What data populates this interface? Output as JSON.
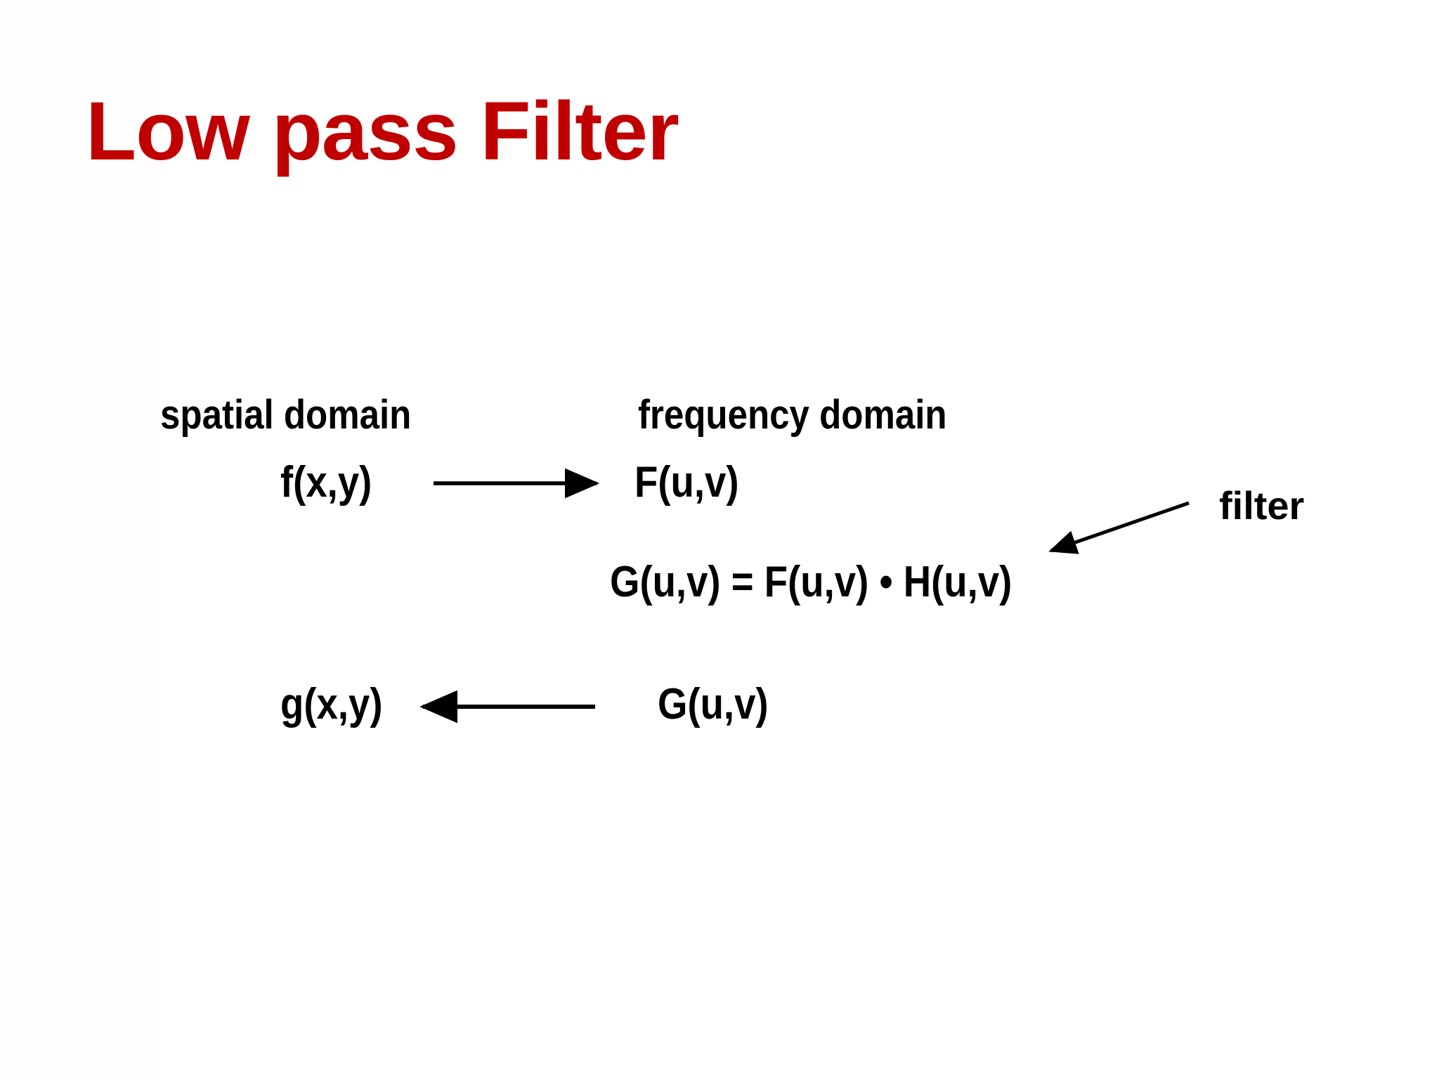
{
  "slide": {
    "title": "Low pass Filter",
    "title_color": "#C00000",
    "text_color": "#000000",
    "background_color": "#FFFFFF"
  },
  "headings": {
    "spatial": "spatial domain",
    "frequency": "frequency domain"
  },
  "forward_transform": {
    "input": "f(x,y)",
    "output": "F(u,v)",
    "arrow_direction": "right"
  },
  "equation": {
    "text": "G(u,v)  = F(u,v) • H(u,v)",
    "left_side": "G(u,v)",
    "equals": "=",
    "operand_1": "F(u,v)",
    "operator": "•",
    "operand_2": "H(u,v)"
  },
  "annotation": {
    "filter_label": "filter",
    "arrow_direction": "down-left",
    "points_to": "H(u,v)"
  },
  "inverse_transform": {
    "input": "G(u,v)",
    "output": "g(x,y)",
    "arrow_direction": "left"
  }
}
